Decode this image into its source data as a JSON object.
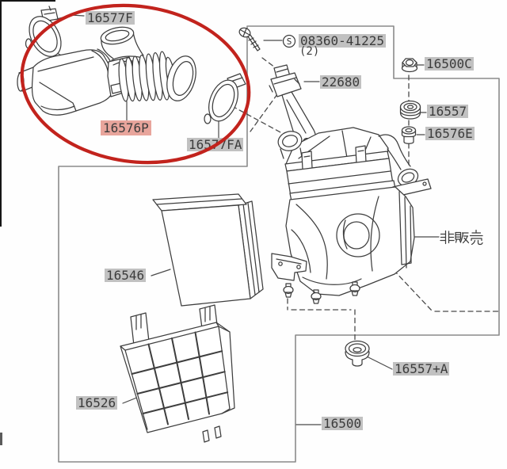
{
  "app": {
    "type": "parts-catalog-exploded-diagram"
  },
  "colors": {
    "line": "#3e3e3e",
    "border": "#8a8a8a",
    "text": "#3c3c3c",
    "highlight_gray": "#c1c1c1",
    "highlight_selected": "#e8a59c",
    "annotation_red": "#c2231d"
  },
  "parts": {
    "clamp_front": {
      "label": "16577F"
    },
    "air_duct": {
      "label": "16576P",
      "selected": true
    },
    "clamp_rear": {
      "label": "16577FA"
    },
    "screw": {
      "symbol": "S",
      "label": "08360-41225",
      "qty": "(2)"
    },
    "maf_sensor": {
      "label": "22680"
    },
    "nut": {
      "label": "16500C"
    },
    "grommet_upper": {
      "label": "16557"
    },
    "spacer": {
      "label": "16576E"
    },
    "housing_not_sold": {
      "label": "非販売"
    },
    "filter_element": {
      "label": "16546"
    },
    "lower_case": {
      "label": "16526"
    },
    "grommet_lower": {
      "label": "16557+A"
    },
    "air_cleaner_assembly": {
      "label": "16500"
    }
  }
}
